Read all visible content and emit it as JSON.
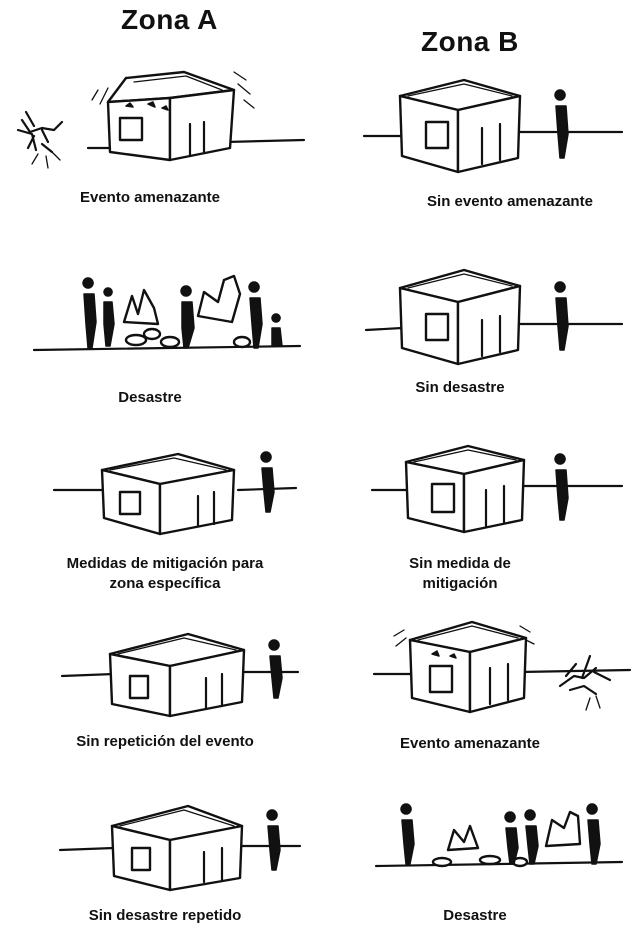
{
  "titles": {
    "zone_a": "Zona A",
    "zone_b": "Zona B"
  },
  "zone_a": {
    "captions": [
      "Evento amenazante",
      "Desastre",
      "Medidas de mitigación para",
      "zona específica",
      "Sin repetición del evento",
      "Sin desastre repetido"
    ]
  },
  "zone_b": {
    "captions": [
      "Sin evento amenazante",
      "Sin desastre",
      "Sin medida de",
      "mitigación",
      "Evento amenazante",
      "Desastre"
    ]
  }
}
